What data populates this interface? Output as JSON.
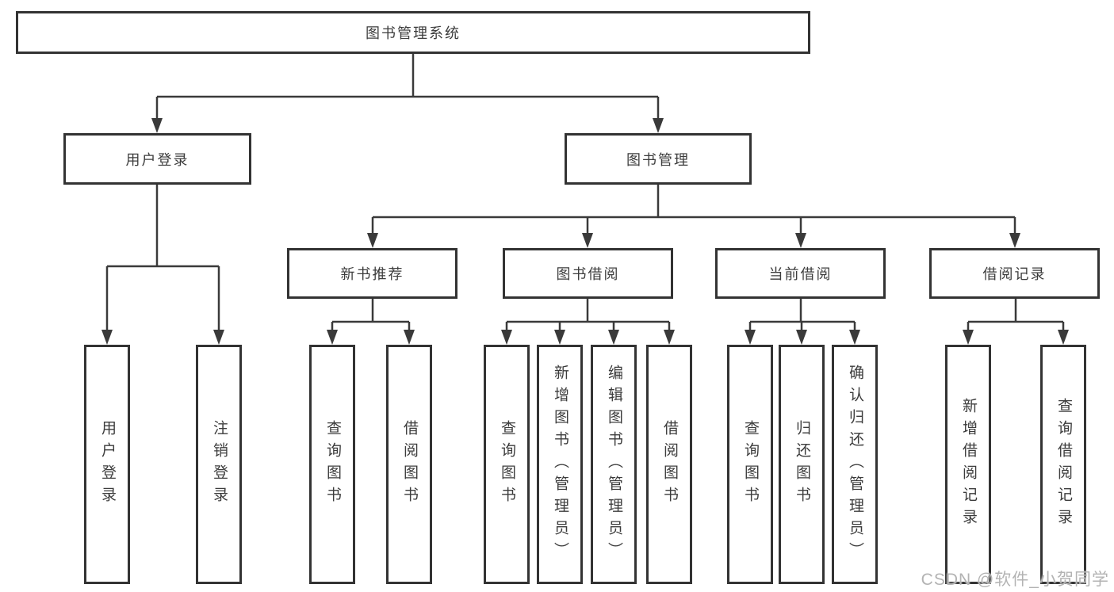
{
  "watermark": "CSDN @软件_小贺同学",
  "colors": {
    "line": "#3a3a3a",
    "box_border": "#333333",
    "text": "#3c3c3c",
    "watermark": "#b3b3b3",
    "background": "#ffffff"
  },
  "tree": {
    "root": {
      "label": "图书管理系统"
    },
    "branches": [
      {
        "label": "用户登录",
        "leaves": [
          {
            "label": "用户登录"
          },
          {
            "label": "注销登录"
          }
        ]
      },
      {
        "label": "图书管理",
        "children": [
          {
            "label": "新书推荐",
            "leaves": [
              {
                "label": "查询图书"
              },
              {
                "label": "借阅图书"
              }
            ]
          },
          {
            "label": "图书借阅",
            "leaves": [
              {
                "label": "查询图书"
              },
              {
                "label": "新增图书（管理员）"
              },
              {
                "label": "编辑图书（管理员）"
              },
              {
                "label": "借阅图书"
              }
            ]
          },
          {
            "label": "当前借阅",
            "leaves": [
              {
                "label": "查询图书"
              },
              {
                "label": "归还图书"
              },
              {
                "label": "确认归还（管理员）"
              }
            ]
          },
          {
            "label": "借阅记录",
            "leaves": [
              {
                "label": "新增借阅记录"
              },
              {
                "label": "查询借阅记录"
              }
            ]
          }
        ]
      }
    ]
  }
}
